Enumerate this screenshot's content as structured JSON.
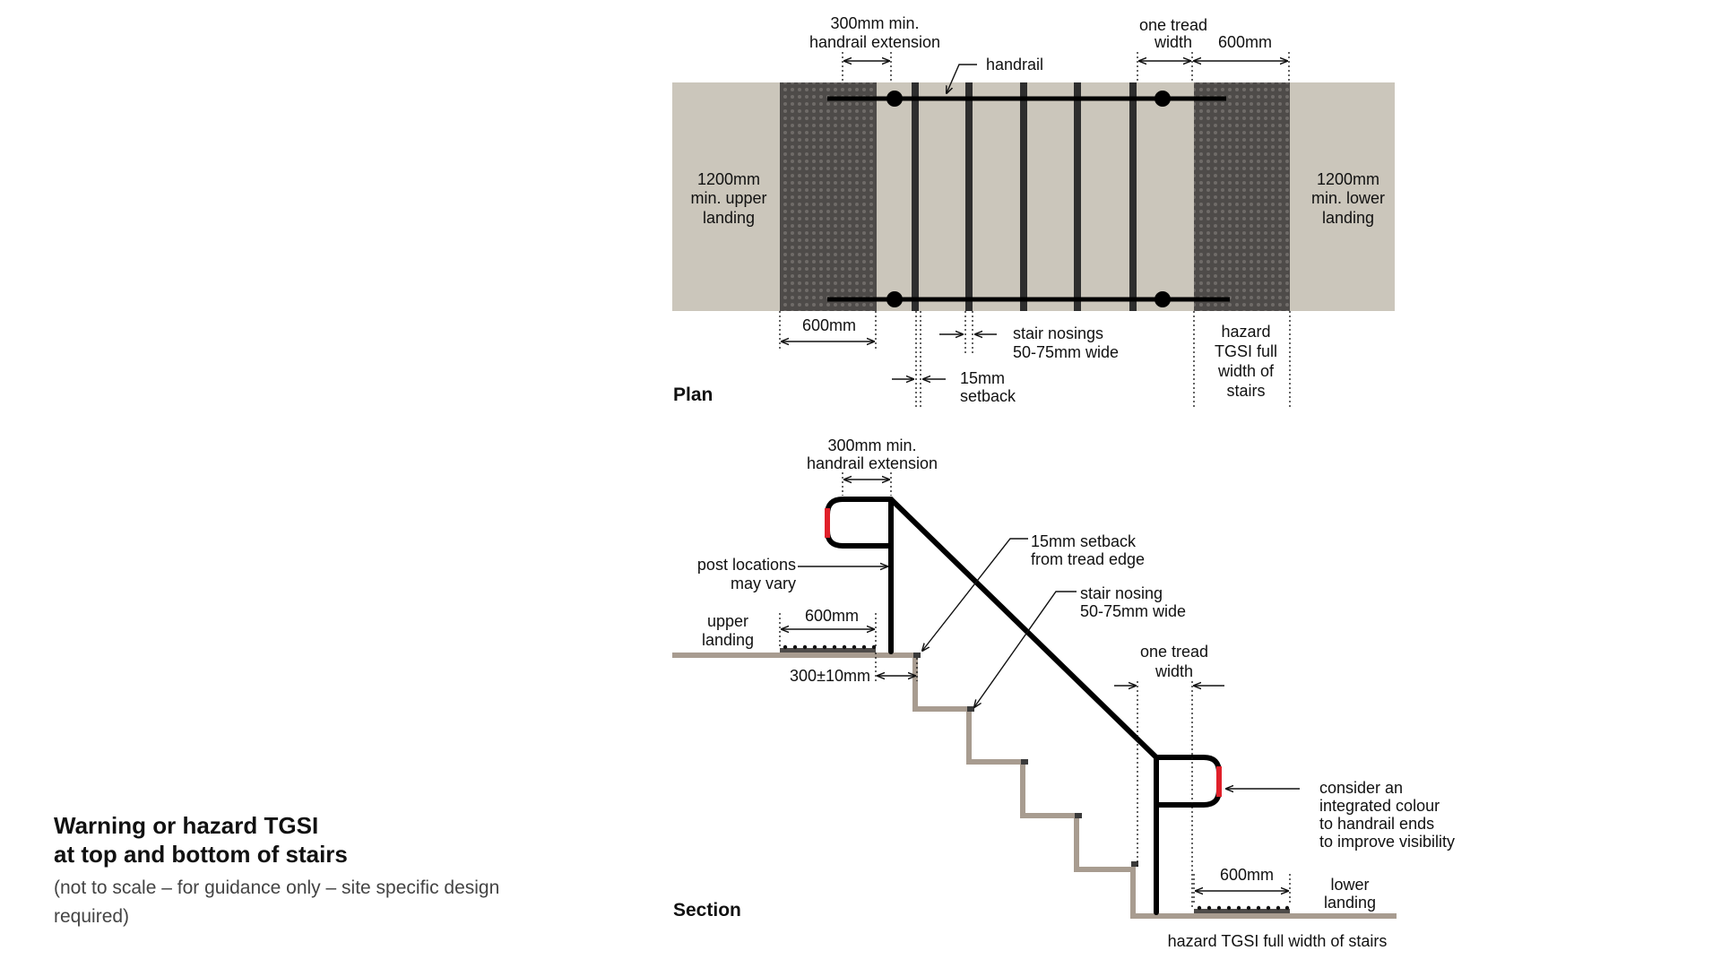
{
  "title": {
    "line1": "Warning or hazard TGSI",
    "line2": "at top and bottom of stairs",
    "subtitle": "(not to scale – for guidance only – site specific design required)"
  },
  "plan": {
    "heading": "Plan",
    "ext_line1": "300mm min.",
    "ext_line2": "handrail extension",
    "handrail": "handrail",
    "tread_line1": "one tread",
    "tread_line2": "width",
    "dim_600_top": "600mm",
    "upper_line1": "1200mm",
    "upper_line2": "min. upper",
    "upper_line3": "landing",
    "lower_line1": "1200mm",
    "lower_line2": "min. lower",
    "lower_line3": "landing",
    "dim_600_bottom": "600mm",
    "nosing_line1": "stair nosings",
    "nosing_line2": "50-75mm wide",
    "setback_line1": "15mm",
    "setback_line2": "setback",
    "hazard_line1": "hazard",
    "hazard_line2": "TGSI full",
    "hazard_line3": "width of",
    "hazard_line4": "stairs"
  },
  "section": {
    "heading": "Section",
    "ext_line1": "300mm min.",
    "ext_line2": "handrail extension",
    "post_line1": "post locations",
    "post_line2": "may vary",
    "upper_line1": "upper",
    "upper_line2": "landing",
    "dim_600_upper": "600mm",
    "dim_300": "300±10mm",
    "setback_line1": "15mm setback",
    "setback_line2": "from tread edge",
    "nosing_line1": "stair nosing",
    "nosing_line2": "50-75mm wide",
    "tread_line1": "one tread",
    "tread_line2": "width",
    "colour_line1": "consider an",
    "colour_line2": "integrated colour",
    "colour_line3": "to handrail ends",
    "colour_line4": "to improve visibility",
    "dim_600_lower": "600mm",
    "lower_line1": "lower",
    "lower_line2": "landing",
    "hazard_full": "hazard TGSI full width of stairs"
  },
  "colors": {
    "landing": "#cbc6bb",
    "tgsi": "#4e4b49",
    "ground": "#a89c90",
    "rail": "#000000",
    "accent": "#e0202a"
  }
}
